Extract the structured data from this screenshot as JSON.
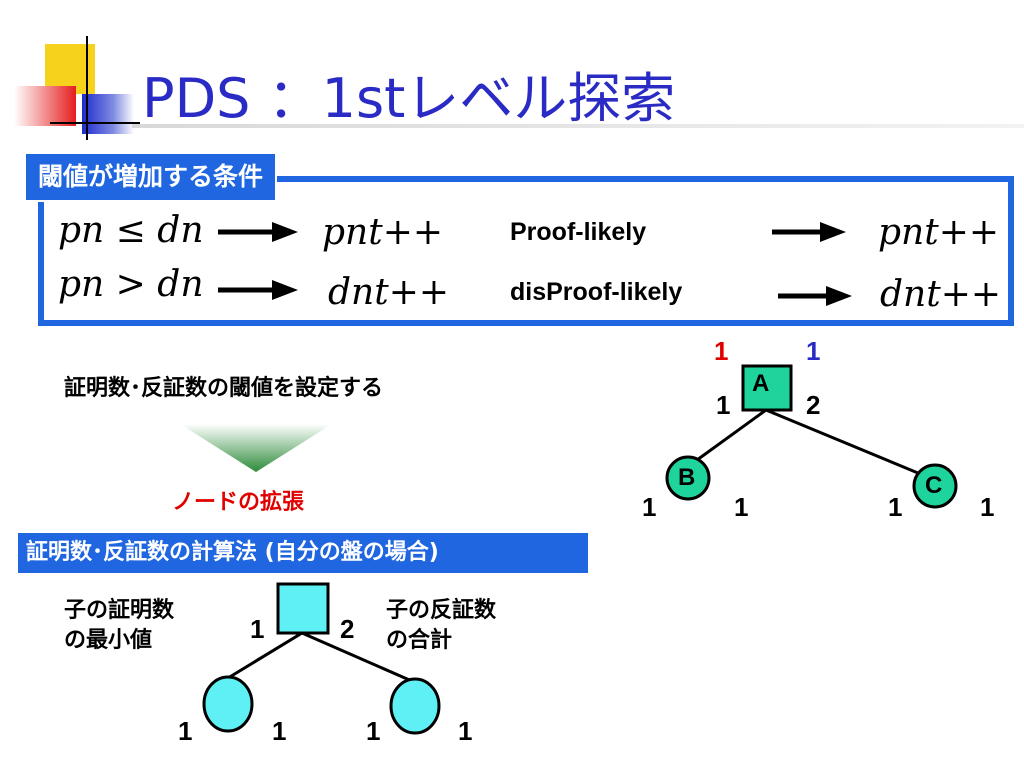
{
  "title": "PDS ：1stレベル探索",
  "conditions": {
    "label": "閾値が増加する条件",
    "rows": [
      {
        "lhs": "pn ≤ dn",
        "rhs": "pnt++",
        "likely": "Proof-likely",
        "likely_rhs": "pnt++"
      },
      {
        "lhs": "pn > dn",
        "rhs": "dnt++",
        "likely": "disProof-likely",
        "likely_rhs": "dnt++"
      }
    ]
  },
  "threshold_text": "証明数･反証数の閾値を設定する",
  "expand_text": "ノードの拡張",
  "tree_top": {
    "root": {
      "label": "A",
      "pn_threshold": "1",
      "dn_threshold": "1",
      "pn": "1",
      "dn": "2"
    },
    "children": [
      {
        "label": "B",
        "pn": "1",
        "dn": "1"
      },
      {
        "label": "C",
        "pn": "1",
        "dn": "1"
      }
    ]
  },
  "method": {
    "label": "証明数･反証数の計算法 (自分の盤の場合)",
    "left_note_line1": "子の証明数",
    "left_note_line2": "の最小値",
    "right_note_line1": "子の反証数",
    "right_note_line2": "の合計",
    "root": {
      "pn": "1",
      "dn": "2"
    },
    "children": [
      {
        "pn": "1",
        "dn": "1"
      },
      {
        "pn": "1",
        "dn": "1"
      }
    ]
  },
  "colors": {
    "title": "#2a2bc4",
    "box_border": "#1f66e0",
    "red_label": "#e00000",
    "blue_label": "#2a2bc4",
    "node_green": "#1ed49c",
    "node_cyan": "#5ff0f5"
  }
}
